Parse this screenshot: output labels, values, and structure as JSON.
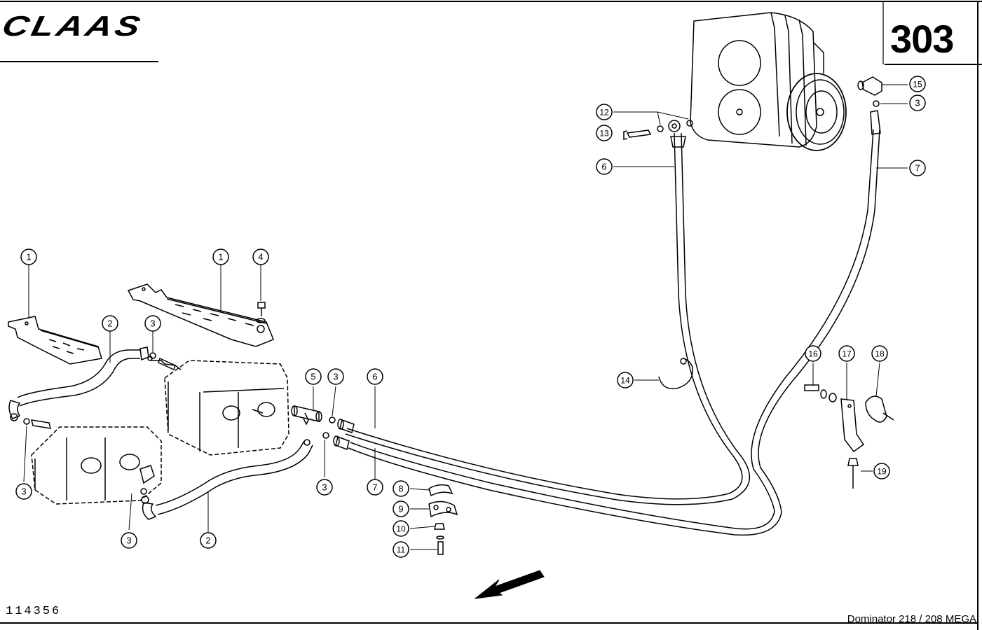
{
  "header": {
    "brand": "CLAAS",
    "page_number": "303"
  },
  "footer": {
    "drawing_number": "114356",
    "model": "Dominator 218 / 208 MEGA"
  },
  "callouts": [
    {
      "id": "c1a",
      "label": "1"
    },
    {
      "id": "c1b",
      "label": "1"
    },
    {
      "id": "c2a",
      "label": "2"
    },
    {
      "id": "c2b",
      "label": "2"
    },
    {
      "id": "c3a",
      "label": "3"
    },
    {
      "id": "c3b",
      "label": "3"
    },
    {
      "id": "c3c",
      "label": "3"
    },
    {
      "id": "c3d",
      "label": "3"
    },
    {
      "id": "c3e",
      "label": "3"
    },
    {
      "id": "c3f",
      "label": "3"
    },
    {
      "id": "c4",
      "label": "4"
    },
    {
      "id": "c5",
      "label": "5"
    },
    {
      "id": "c6a",
      "label": "6"
    },
    {
      "id": "c6b",
      "label": "6"
    },
    {
      "id": "c7a",
      "label": "7"
    },
    {
      "id": "c7b",
      "label": "7"
    },
    {
      "id": "c8",
      "label": "8"
    },
    {
      "id": "c9",
      "label": "9"
    },
    {
      "id": "c10",
      "label": "10"
    },
    {
      "id": "c11",
      "label": "11"
    },
    {
      "id": "c12",
      "label": "12"
    },
    {
      "id": "c13",
      "label": "13"
    },
    {
      "id": "c14",
      "label": "14"
    },
    {
      "id": "c15",
      "label": "15"
    },
    {
      "id": "c16",
      "label": "16"
    },
    {
      "id": "c17",
      "label": "17"
    },
    {
      "id": "c18",
      "label": "18"
    },
    {
      "id": "c19",
      "label": "19"
    }
  ]
}
